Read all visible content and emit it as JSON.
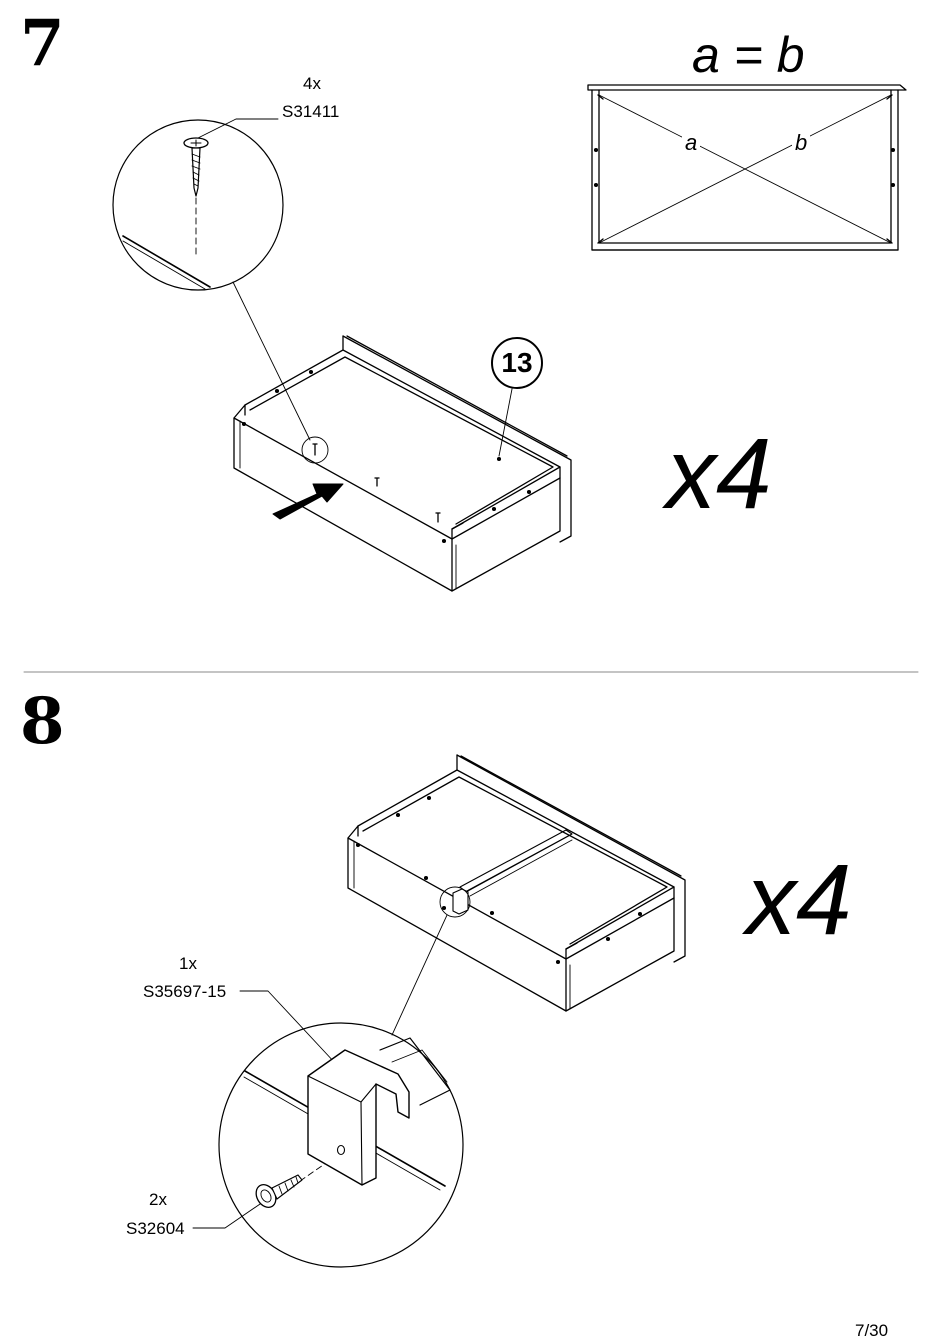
{
  "steps": [
    {
      "number": "7",
      "multiplier": "x4",
      "part_number": "13",
      "hardware": [
        {
          "quantity": "4x",
          "code": "S31411"
        }
      ],
      "equation": {
        "text": "a = b",
        "diagonal_a": "a",
        "diagonal_b": "b"
      }
    },
    {
      "number": "8",
      "multiplier": "x4",
      "hardware": [
        {
          "quantity": "1x",
          "code": "S35697-15"
        },
        {
          "quantity": "2x",
          "code": "S32604"
        }
      ]
    }
  ],
  "page": {
    "number": "7/30"
  },
  "icons": [
    "screw-icon",
    "arrow-icon",
    "bracket-icon",
    "drawer-box-icon"
  ],
  "colors": {
    "line": "#000000",
    "background": "#ffffff"
  }
}
